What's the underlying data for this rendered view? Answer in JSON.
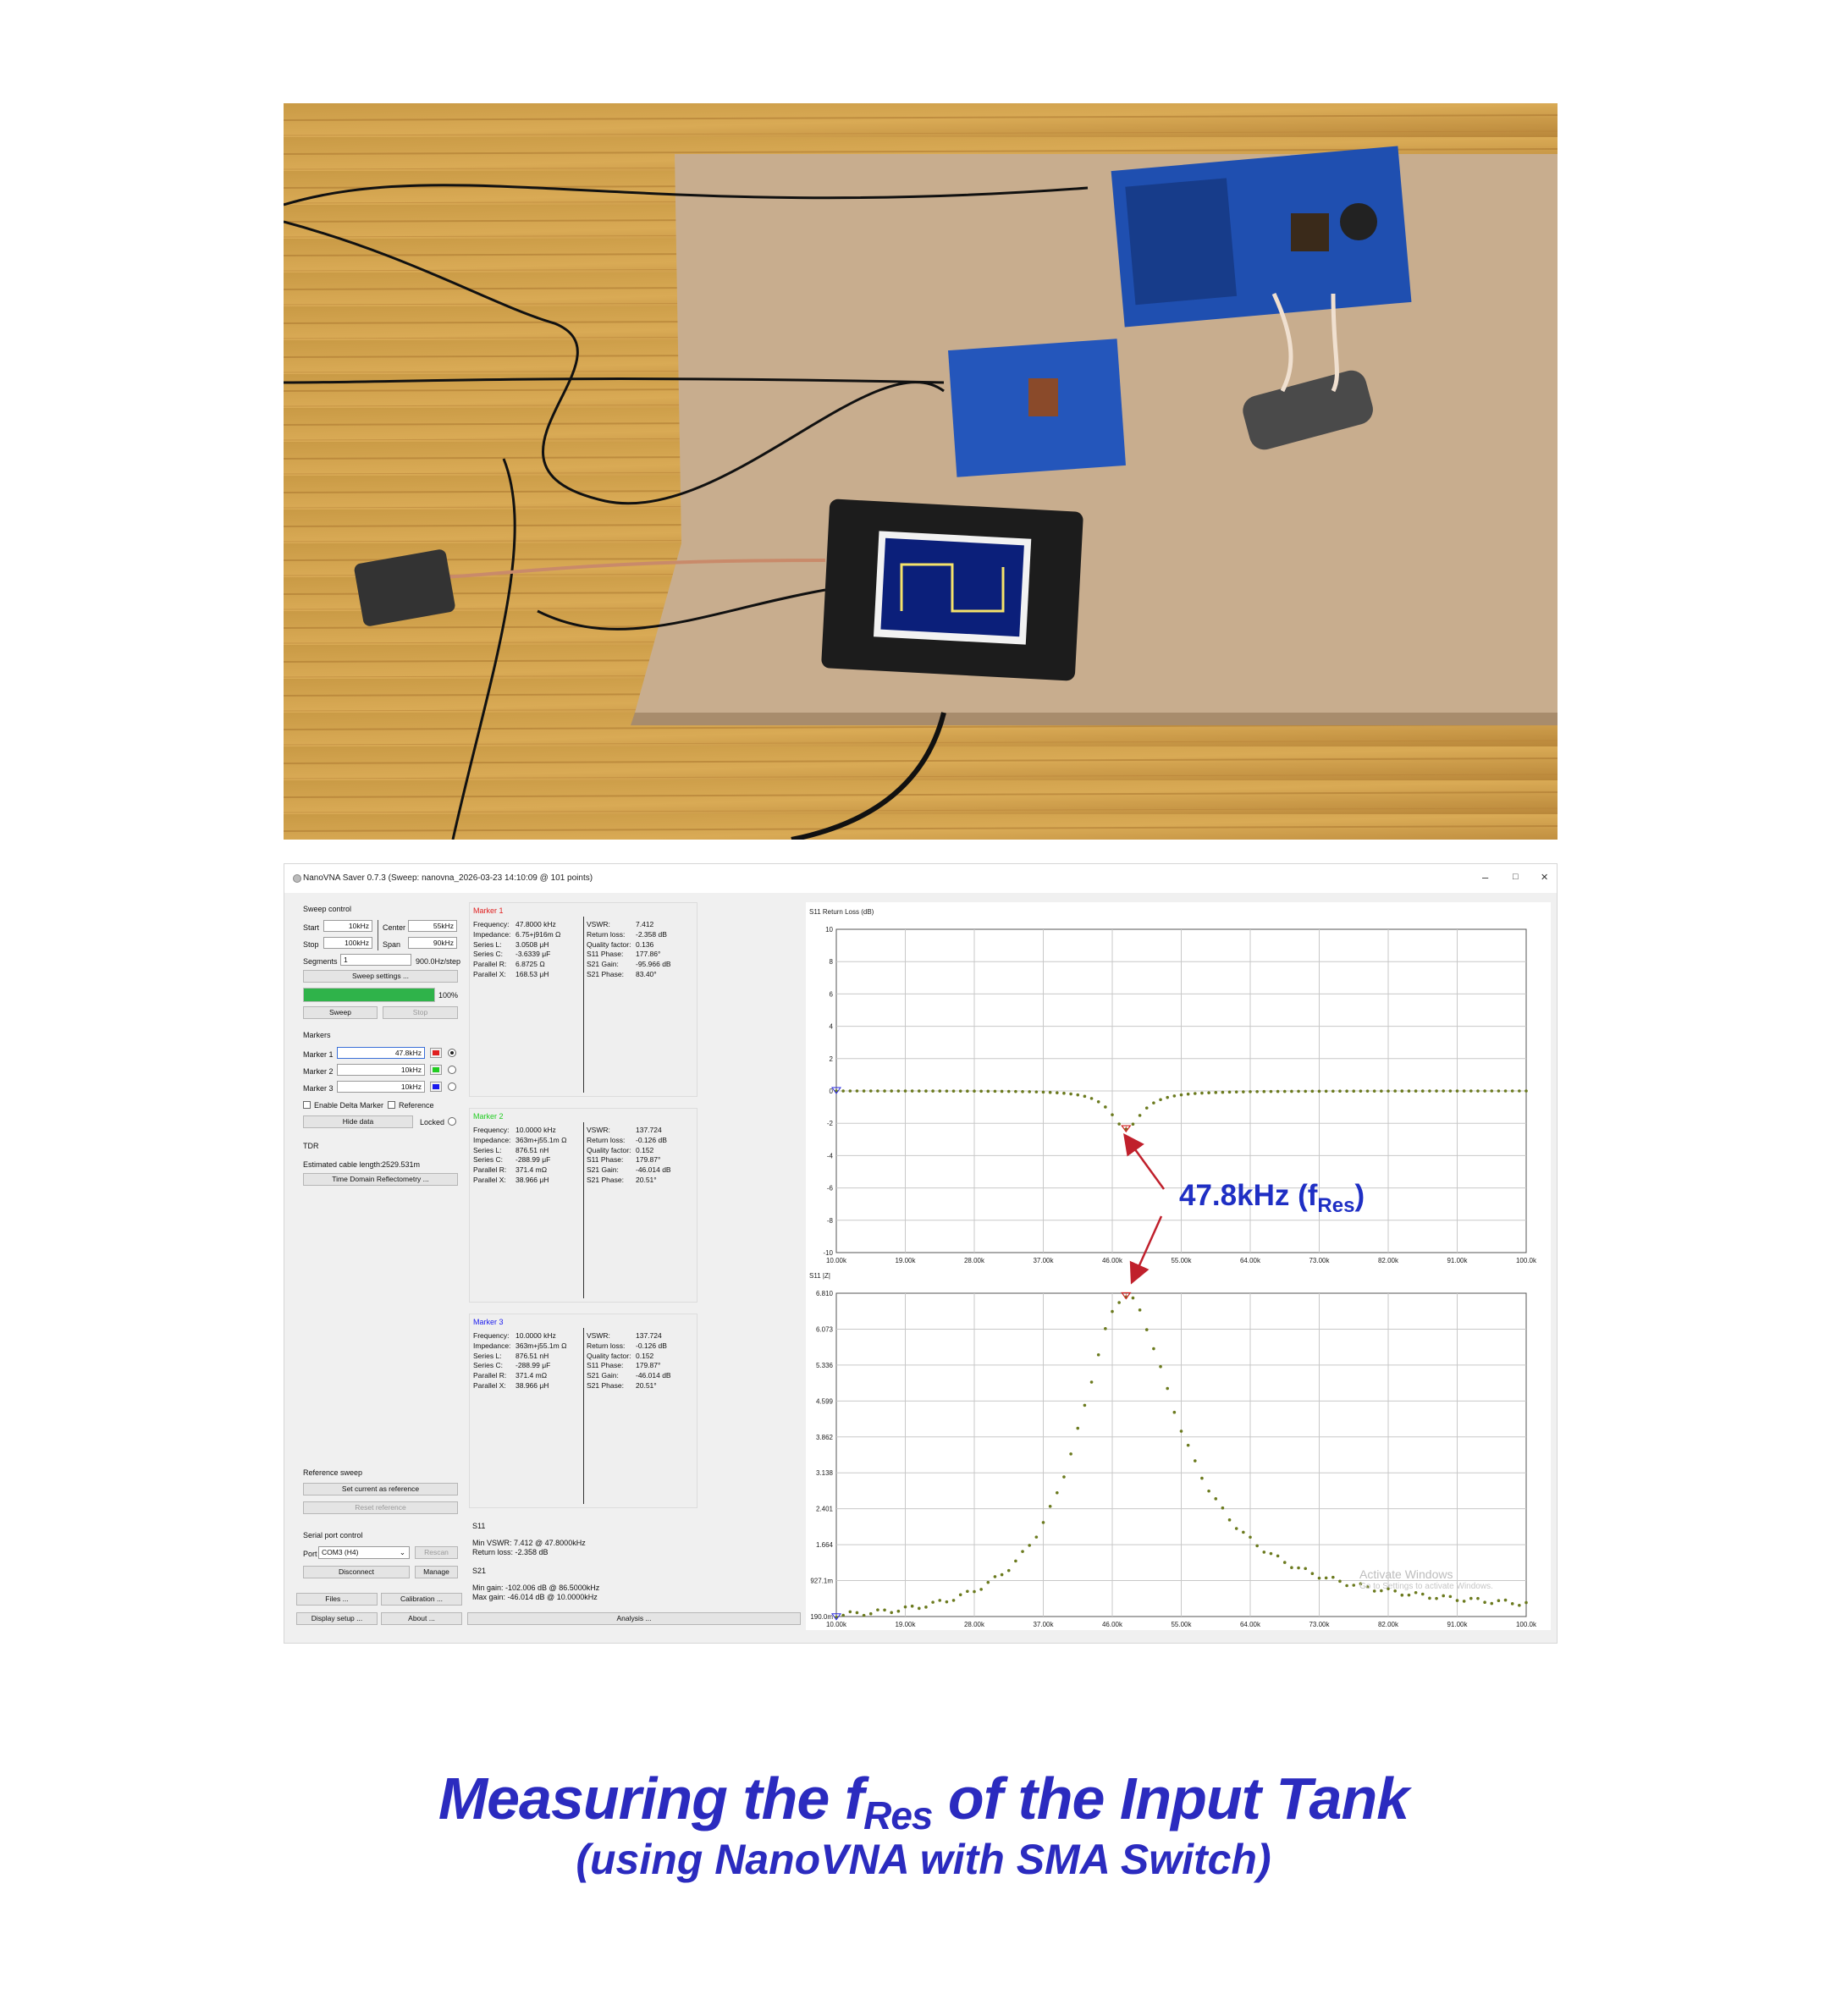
{
  "window": {
    "title": "NanoVNA Saver 0.7.3 (Sweep: nanovna_2026-03-23 14:10:09 @ 101 points)",
    "minimize": "–",
    "maximize": "□",
    "close": "✕"
  },
  "sweep": {
    "group": "Sweep control",
    "start_label": "Start",
    "start": "10kHz",
    "stop_label": "Stop",
    "stop": "100kHz",
    "center_label": "Center",
    "center": "55kHz",
    "span_label": "Span",
    "span": "90kHz",
    "segments_label": "Segments",
    "segments": "1",
    "step": "900.0Hz/step",
    "settings_btn": "Sweep settings ...",
    "progress": 100,
    "progress_text": "100%",
    "sweep_btn": "Sweep",
    "stop_btn": "Stop"
  },
  "markers": {
    "group": "Markers",
    "m1_label": "Marker 1",
    "m1": "47.8kHz",
    "m2_label": "Marker 2",
    "m2": "10kHz",
    "m3_label": "Marker 3",
    "m3": "10kHz",
    "colors": [
      "#e02020",
      "#22cc22",
      "#1a1aee"
    ],
    "delta_label": "Enable Delta Marker",
    "reference_label": "Reference",
    "hide_btn": "Hide data",
    "locked_label": "Locked"
  },
  "tdr": {
    "group": "TDR",
    "cable_label": "Estimated cable length:",
    "cable": "2529.531m",
    "btn": "Time Domain Reflectometry ..."
  },
  "reference": {
    "group": "Reference sweep",
    "set_btn": "Set current as reference",
    "reset_btn": "Reset reference"
  },
  "serial": {
    "group": "Serial port control",
    "port_label": "Port",
    "port": "COM3 (H4)",
    "rescan_btn": "Rescan",
    "disconnect_btn": "Disconnect",
    "manage_btn": "Manage"
  },
  "bottom_buttons": {
    "files": "Files ...",
    "calibration": "Calibration ...",
    "display": "Display setup ...",
    "about": "About ...",
    "analysis": "Analysis ..."
  },
  "marker_panels": [
    {
      "title": "Marker 1",
      "color": "#e02020",
      "left": [
        [
          "Frequency:",
          "47.8000 kHz"
        ],
        [
          "Impedance:",
          "6.75+j916m Ω"
        ],
        [
          "Series L:",
          "3.0508 μH"
        ],
        [
          "Series C:",
          "-3.6339 μF"
        ],
        [
          "Parallel R:",
          "6.8725 Ω"
        ],
        [
          "Parallel X:",
          "168.53 μH"
        ]
      ],
      "right": [
        [
          "VSWR:",
          "7.412"
        ],
        [
          "Return loss:",
          "-2.358 dB"
        ],
        [
          "Quality factor:",
          "0.136"
        ],
        [
          "S11 Phase:",
          "177.86°"
        ],
        [
          "S21 Gain:",
          "-95.966 dB"
        ],
        [
          "S21 Phase:",
          "83.40°"
        ]
      ]
    },
    {
      "title": "Marker 2",
      "color": "#22cc22",
      "left": [
        [
          "Frequency:",
          "10.0000 kHz"
        ],
        [
          "Impedance:",
          "363m+j55.1m Ω"
        ],
        [
          "Series L:",
          "876.51 nH"
        ],
        [
          "Series C:",
          "-288.99 μF"
        ],
        [
          "Parallel R:",
          "371.4 mΩ"
        ],
        [
          "Parallel X:",
          "38.966 μH"
        ]
      ],
      "right": [
        [
          "VSWR:",
          "137.724"
        ],
        [
          "Return loss:",
          "-0.126 dB"
        ],
        [
          "Quality factor:",
          "0.152"
        ],
        [
          "S11 Phase:",
          "179.87°"
        ],
        [
          "S21 Gain:",
          "-46.014 dB"
        ],
        [
          "S21 Phase:",
          "20.51°"
        ]
      ]
    },
    {
      "title": "Marker 3",
      "color": "#1a1aee",
      "left": [
        [
          "Frequency:",
          "10.0000 kHz"
        ],
        [
          "Impedance:",
          "363m+j55.1m Ω"
        ],
        [
          "Series L:",
          "876.51 nH"
        ],
        [
          "Series C:",
          "-288.99 μF"
        ],
        [
          "Parallel R:",
          "371.4 mΩ"
        ],
        [
          "Parallel X:",
          "38.966 μH"
        ]
      ],
      "right": [
        [
          "VSWR:",
          "137.724"
        ],
        [
          "Return loss:",
          "-0.126 dB"
        ],
        [
          "Quality factor:",
          "0.152"
        ],
        [
          "S11 Phase:",
          "179.87°"
        ],
        [
          "S21 Gain:",
          "-46.014 dB"
        ],
        [
          "S21 Phase:",
          "20.51°"
        ]
      ]
    }
  ],
  "s11_summary": {
    "title": "S11",
    "min_vswr": "Min VSWR:  7.412 @ 47.8000kHz",
    "return_loss": "Return loss: -2.358 dB"
  },
  "s21_summary": {
    "title": "S21",
    "min_gain": "Min gain:  -102.006 dB @ 86.5000kHz",
    "max_gain": "Max gain:  -46.014 dB @ 10.0000kHz"
  },
  "annotation": {
    "text": "47.8kHz (f",
    "sub": "Res",
    "close": ")"
  },
  "watermark": {
    "line1": "Activate Windows",
    "line2": "Go to Settings to activate Windows."
  },
  "caption": {
    "main": "Measuring the f",
    "sub": "Res",
    "main_end": " of the Input Tank",
    "second": "(using NanoVNA with SMA Switch)"
  },
  "chart_data": [
    {
      "type": "scatter",
      "title": "S11 Return Loss (dB)",
      "xlim": [
        10,
        100
      ],
      "ylim": [
        -10,
        10
      ],
      "xticks": [
        "10.00k",
        "19.00k",
        "28.00k",
        "37.00k",
        "46.00k",
        "55.00k",
        "64.00k",
        "73.00k",
        "82.00k",
        "91.00k",
        "100.0k"
      ],
      "yticks": [
        "10",
        "8",
        "6",
        "4",
        "2",
        "0",
        "-2",
        "-4",
        "-6",
        "-8",
        "-10"
      ],
      "grid": true,
      "point_color": "#6b7a1e",
      "marker": {
        "x": 47.8,
        "y": -2.358,
        "label": "1"
      },
      "f0": 47.8,
      "q": 3.0,
      "depth": 2.358,
      "x_count": 101
    },
    {
      "type": "scatter",
      "title": "S11 |Z|",
      "xlim": [
        10,
        100
      ],
      "ylim": [
        0.19,
        6.81
      ],
      "xticks": [
        "10.00k",
        "19.00k",
        "28.00k",
        "37.00k",
        "46.00k",
        "55.00k",
        "64.00k",
        "73.00k",
        "82.00k",
        "91.00k",
        "100.0k"
      ],
      "yticks": [
        "6.810",
        "6.073",
        "5.336",
        "4.599",
        "3.862",
        "3.138",
        "2.401",
        "1.664",
        "927.1m",
        "190.0m"
      ],
      "grid": true,
      "point_color": "#6b7a1e",
      "marker": {
        "x": 47.8,
        "y": 6.75,
        "label": "1"
      },
      "f0": 47.8,
      "q": 3.0,
      "peak": 6.75,
      "base": 0.19,
      "x_count": 101
    }
  ]
}
